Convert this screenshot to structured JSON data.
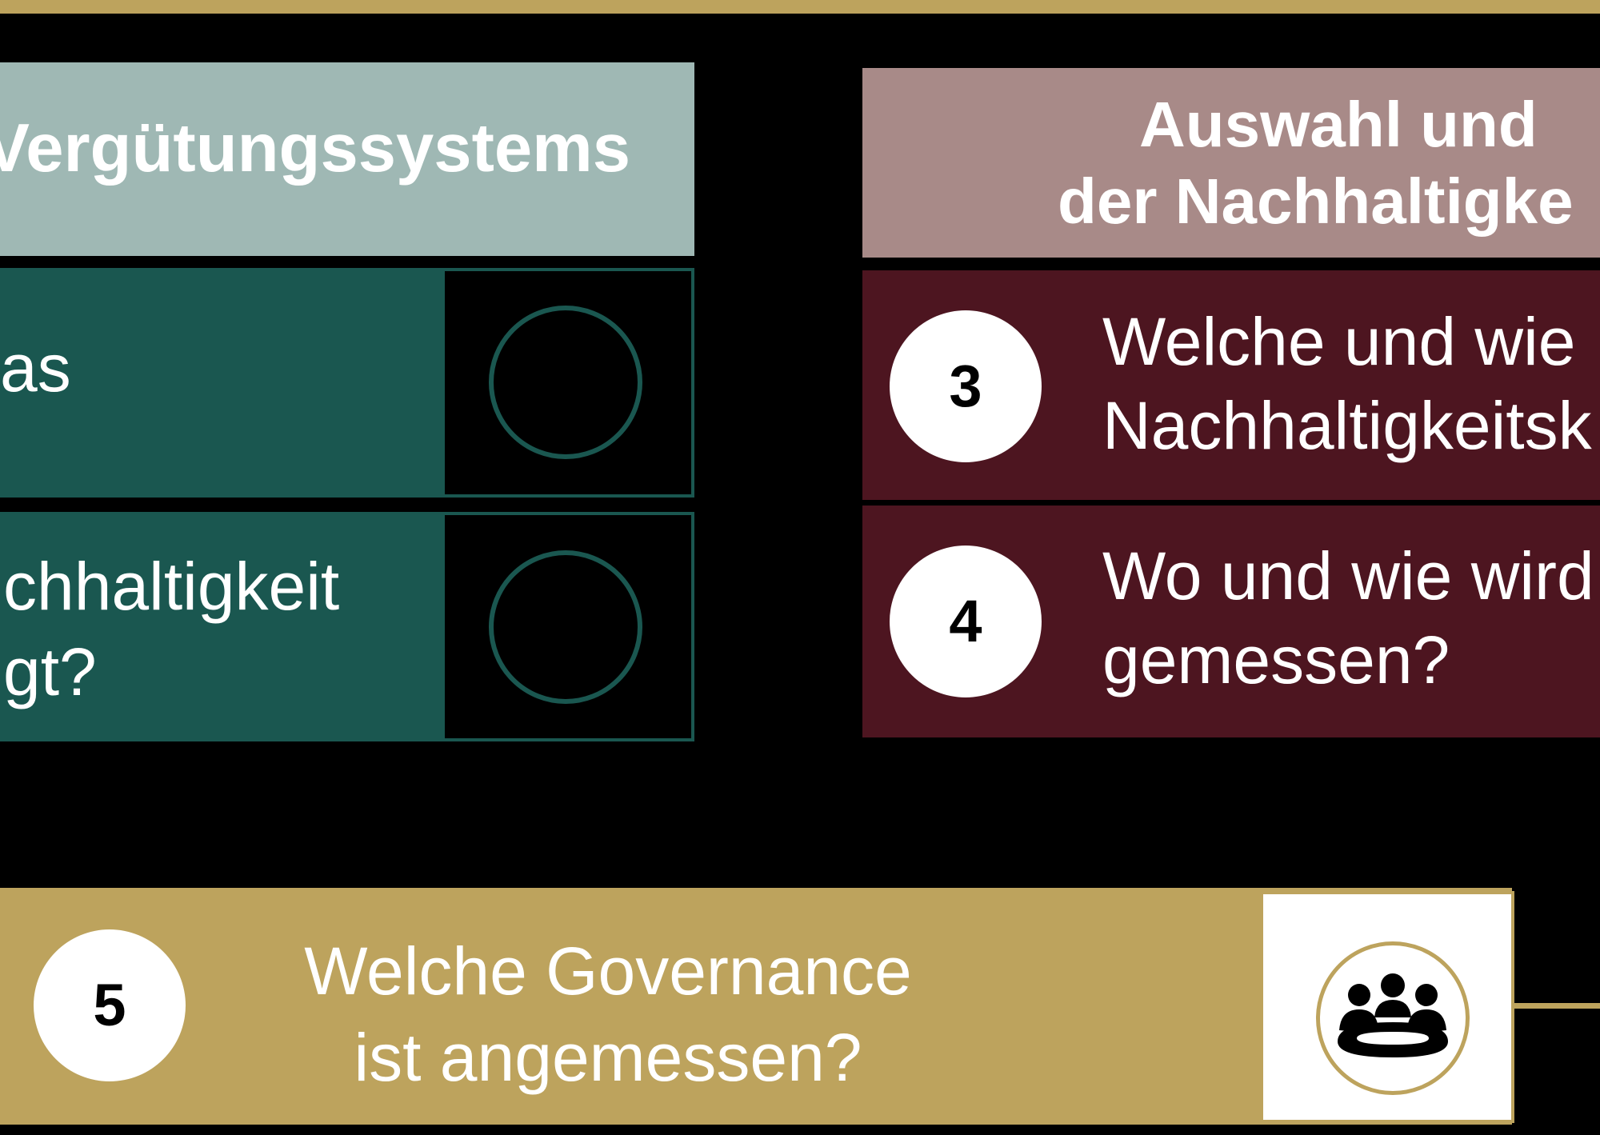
{
  "left_panel": {
    "header": "Vergütungssystems",
    "rows": [
      {
        "text": "as"
      },
      {
        "text": "chhaltigkeit\ngt?"
      }
    ]
  },
  "right_panel": {
    "header_line1": "Auswahl und",
    "header_line2": "der Nachhaltigke",
    "rows": [
      {
        "number": "3",
        "text": "Welche und wie\nNachhaltigkeitsk"
      },
      {
        "number": "4",
        "text": "Wo und wie wird\ngemessen?"
      }
    ]
  },
  "bottom": {
    "number": "5",
    "text_line1": "Welche Governance",
    "text_line2": "ist angemessen?",
    "icon": "meeting-group-icon"
  },
  "colors": {
    "gold": "#bda35d",
    "green_dark": "#1a5750",
    "green_light": "#9fb8b4",
    "maroon_dark": "#4d1520",
    "maroon_light": "#a88a88"
  }
}
